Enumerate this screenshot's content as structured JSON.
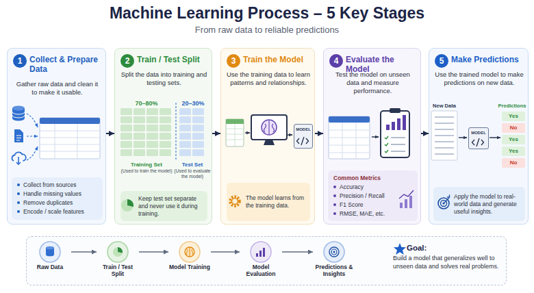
{
  "diagram": {
    "title": "Machine Learning Process – 5 Key Stages",
    "caption": "From raw data to reliable predictions",
    "nodes": [
      {
        "text": [
          "Collect & Prepare Data",
          "Gather raw data and clean it to make it usable."
        ]
      },
      {
        "text": [
          "1"
        ],
        "in": 0
      },
      {
        "text": [
          "Collect from sources",
          "Handle missing values",
          "Remove duplicates",
          "Encode / scale features"
        ],
        "in": 0
      },
      {
        "text": [
          "Train / Test Split",
          "Split the data into training and testing sets."
        ]
      },
      {
        "text": [
          "2"
        ],
        "in": 3
      },
      {
        "text": [
          "Keep test set separate and never use it during training."
        ],
        "in": 3
      },
      {
        "text": [
          "Train the Model",
          "Use the training data to learn patterns and relationships."
        ]
      },
      {
        "text": [
          "3"
        ],
        "in": 6
      },
      {
        "text": [
          "MODEL"
        ],
        "in": 6
      },
      {
        "text": [
          "The model learns from the training data."
        ],
        "in": 6
      },
      {
        "text": [
          "Evaluate the Model",
          "Test the model on unseen data and measure performance."
        ]
      },
      {
        "text": [
          "4"
        ],
        "in": 10
      },
      {
        "text": [
          "Common Metrics",
          "Accuracy",
          "Precision / Recall",
          "F1 Score",
          "RMSE, MAE, etc."
        ],
        "in": 10
      },
      {
        "text": [
          "Make Predictions",
          "Use the trained model to make predictions on new data."
        ]
      },
      {
        "text": [
          "5"
        ],
        "in": 13
      },
      {
        "text": [
          "MODEL"
        ],
        "in": 13
      },
      {
        "text": [
          "Yes"
        ],
        "in": 13
      },
      {
        "text": [
          "No"
        ],
        "in": 13
      },
      {
        "text": [
          "Yes"
        ],
        "in": 13
      },
      {
        "text": [
          "Yes"
        ],
        "in": 13
      },
      {
        "text": [
          "No"
        ],
        "in": 13
      },
      {
        "text": [
          "Apply the model to real-world data and generate useful insights."
        ],
        "in": 13
      },
      {
        "text": [
          "Raw Data"
        ]
      },
      {
        "text": [
          "Train / Test Split"
        ]
      },
      {
        "text": [
          "Model Training"
        ]
      },
      {
        "text": [
          "Model Evaluation"
        ]
      },
      {
        "text": [
          "Predictions & Insights"
        ]
      },
      {
        "text": [
          "Goal:",
          "Build a model that generalizes well to unseen data and solves real problems."
        ]
      }
    ],
    "edges": [
      {
        "from": 0,
        "to": 3,
        "arrow": "to"
      },
      {
        "from": 3,
        "to": 6,
        "arrow": "to"
      },
      {
        "from": 6,
        "to": 10,
        "arrow": "to"
      },
      {
        "from": 10,
        "to": 13,
        "arrow": "to"
      },
      {
        "from": 22,
        "to": 23,
        "arrow": "to"
      },
      {
        "from": 23,
        "to": 24,
        "arrow": "to"
      },
      {
        "from": 24,
        "to": 25,
        "arrow": "to"
      },
      {
        "from": 25,
        "to": 26,
        "arrow": "to"
      }
    ],
    "labels": [
      "70–80%",
      "20–30%",
      "Training Set",
      "(Used to train the model)",
      "Test Set",
      "(Used to evaluate the model)",
      "New Data",
      "Predictions"
    ]
  }
}
